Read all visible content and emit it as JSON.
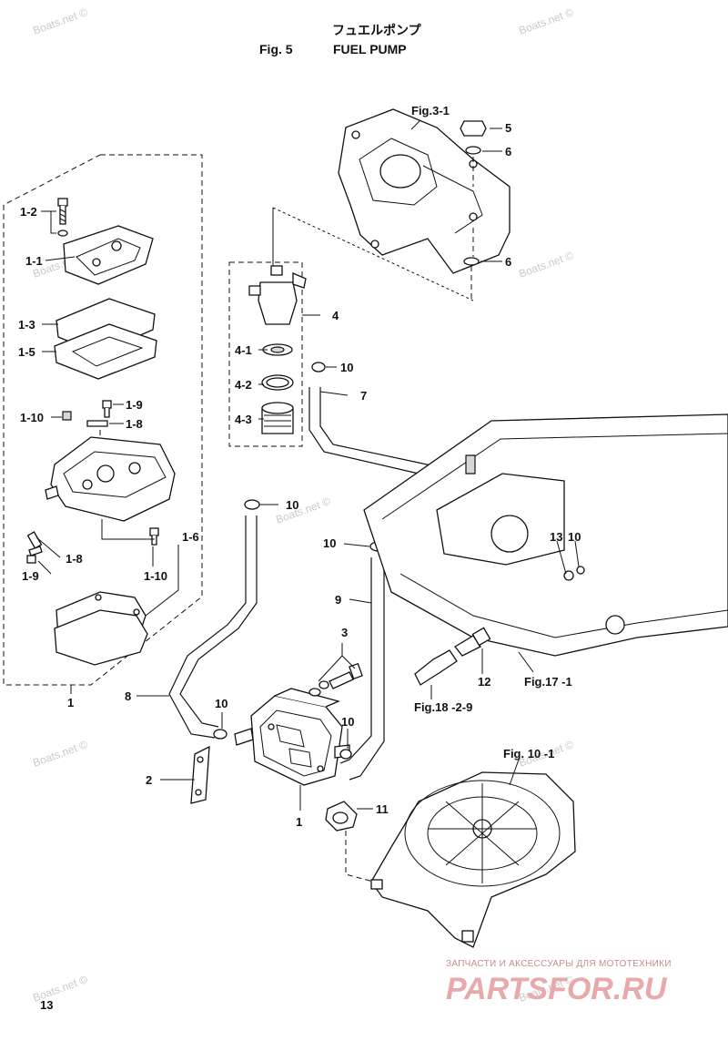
{
  "header": {
    "title_jp": "フュエルポンプ",
    "figure_label": "Fig. 5",
    "figure_title": "FUEL PUMP"
  },
  "watermark": {
    "text": "Boats.net ©"
  },
  "part_labels": {
    "p1_2": "1-2",
    "p1_1": "1-1",
    "p1_3": "1-3",
    "p1_5": "1-5",
    "p1_9a": "1-9",
    "p1_10a": "1-10",
    "p1_8a": "1-8",
    "p1_8b": "1-8",
    "p1_9b": "1-9",
    "p1_10b": "1-10",
    "p1_6": "1-6",
    "p1_assy": "1",
    "p1_pump": "1",
    "p2": "2",
    "p3": "3",
    "p4": "4",
    "p4_1": "4-1",
    "p4_2": "4-2",
    "p4_3": "4-3",
    "p5": "5",
    "p6a": "6",
    "p6b": "6",
    "p7": "7",
    "p8": "8",
    "p9": "9",
    "p10a": "10",
    "p10b": "10",
    "p10c": "10",
    "p10d": "10",
    "p10e": "10",
    "p10f": "10",
    "p11": "11",
    "p12": "12",
    "p13": "13"
  },
  "figure_refs": {
    "fig3_1": "Fig.3-1",
    "fig17_1": "Fig.17 -1",
    "fig18_2_9": "Fig.18 -2-9",
    "fig10_1": "Fig. 10 -1"
  },
  "footer": {
    "page_number": "13",
    "brand_tagline": "ЗАПЧАСТИ И АКСЕССУАРЫ ДЛЯ МОТОТЕХНИКИ",
    "brand_logo": "PARTSFOR.RU"
  }
}
